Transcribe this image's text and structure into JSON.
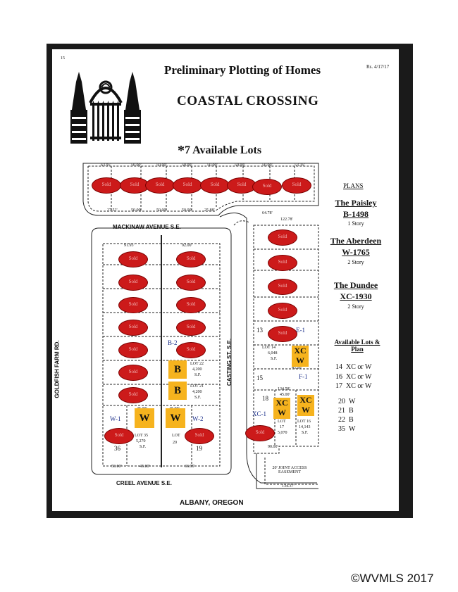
{
  "header": {
    "page_number": "15",
    "title": "Preliminary Plotting of Homes",
    "revision": "Rs. 4/17/17",
    "subdivision": "COASTAL CROSSING",
    "available_star": "*",
    "available_text": "7 Available Lots"
  },
  "streets": {
    "mackinaw": "MACKINAW AVENUE S.E.",
    "creel": "CREEL AVENUE S.E.",
    "goldfish": "GOLDFISH FARM RD.",
    "casting": "CASTING ST. S.E.",
    "city": "ALBANY, OREGON"
  },
  "sold_label": "Sold",
  "lots": {
    "lot13": "13",
    "lot14": "LOT 14",
    "lot14_sf": "6,048",
    "lot14_sf_unit": "S.F.",
    "lot15": "15",
    "lot16": "LOT 16",
    "lot16_sf": "14,143",
    "lot16_sf_unit": "S.F.",
    "lot17": "LOT",
    "lot17_num": "17",
    "lot17_sf": "5,070",
    "lot18": "18",
    "lot19": "19",
    "lot20": "LOT",
    "lot20_num": "20",
    "lot21": "LOT 21",
    "lot21_sf": "4,200",
    "lot21_sf_unit": "S.F.",
    "lot22": "LOT 22",
    "lot22_sf": "4,200",
    "lot22_sf_unit": "S.F.",
    "lot35": "LOT 35",
    "lot35_sf": "5,270",
    "lot35_sf_unit": "S.F.",
    "lot36": "36"
  },
  "model_tags": {
    "e1": "E-1",
    "f1": "F-1",
    "b2": "B-2",
    "w1": "W-1",
    "w2": "W-2",
    "xc1": "XC-1"
  },
  "plan_boxes": {
    "lot14_xc": "XC",
    "lot14_w": "W",
    "lot16_xc": "XC",
    "lot16_w": "W",
    "lot17_xc": "XC",
    "lot17_w": "W",
    "lot22": "B",
    "lot21": "B",
    "lot35": "W",
    "lot20": "W"
  },
  "dimensions": {
    "top_row": [
      "63.95'",
      "50.00'",
      "50.00'",
      "50.00'",
      "50.00'",
      "50.00'",
      "50.00'",
      "50.00'",
      "53.35'"
    ],
    "top_row_bottom": [
      "27.52'",
      "50.00'",
      "50.00'",
      "50.00'",
      "50.00'",
      "25.88'"
    ],
    "curve_a": "64.78'",
    "curve_b": "122.78'",
    "block_a": "91.95'",
    "block_b": "92.00'",
    "lot35_w": "45.00'",
    "lot20_w": "45.00'",
    "bottom_a": "50.00'",
    "bottom_b": "45.00'",
    "bottom_c": "36.95'",
    "lot14_w": "45.00'",
    "lot17_dim": "134.58'",
    "lot17_w": "45.00'",
    "bottom_e": "90.00'",
    "bottom_f": "134.37'",
    "easement": "20' JOINT ACCESS EASEMENT"
  },
  "plans": {
    "heading": "PLANS",
    "items": [
      {
        "name": "The Paisley",
        "code": "B-1498",
        "story": "1 Story"
      },
      {
        "name": "The Aberdeen",
        "code": "W-1765",
        "story": "2 Story"
      },
      {
        "name": "The Dundee",
        "code": "XC-1930",
        "story": "2 Story"
      }
    ]
  },
  "available_lots": {
    "heading_line1": "Available Lots &",
    "heading_line2": "Plan",
    "rows": [
      {
        "lot": "14",
        "plan": "XC or  W"
      },
      {
        "lot": "16",
        "plan": "XC or  W"
      },
      {
        "lot": "17",
        "plan": "XC or  W"
      },
      {
        "lot": "20",
        "plan": "W"
      },
      {
        "lot": "21",
        "plan": "B"
      },
      {
        "lot": "22",
        "plan": "B"
      },
      {
        "lot": "35",
        "plan": "W"
      }
    ]
  },
  "footer": {
    "copyright": "©WVMLS 2017"
  },
  "colors": {
    "sold_red": "#cc1a1a",
    "plan_orange": "#f6b31e",
    "frame_black": "#1a1a1a"
  }
}
